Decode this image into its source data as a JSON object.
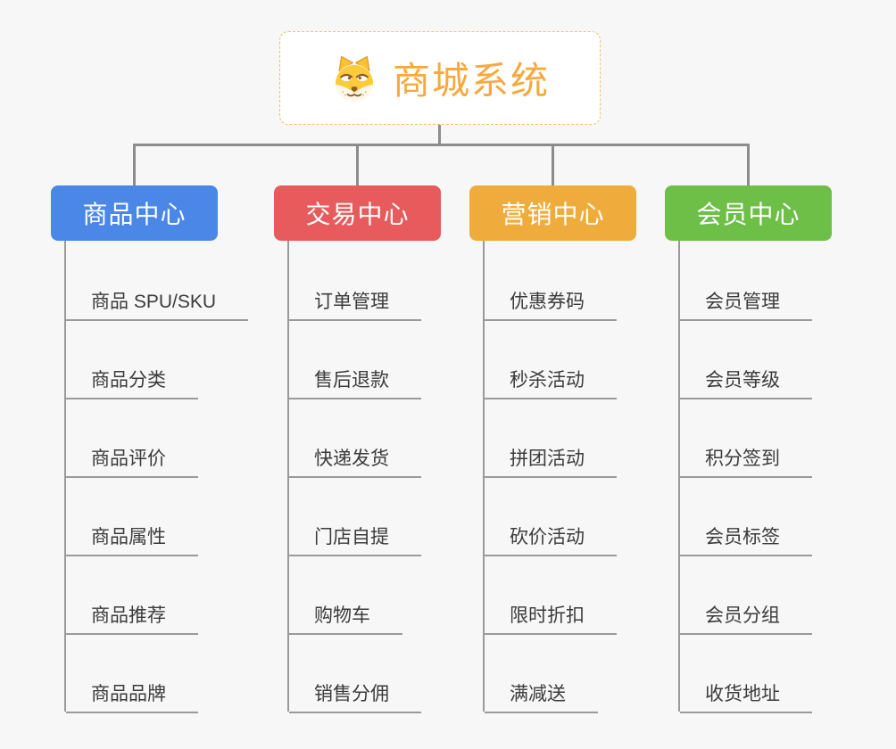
{
  "root": {
    "title": "商城系统",
    "title_color": "#f6a93f",
    "border_color": "#f2bd62",
    "icon": "dog-icon"
  },
  "connector_color": "#8c8c8c",
  "child_line_color": "#9a9a9a",
  "branches": [
    {
      "id": "product-center",
      "label": "商品中心",
      "color": "#4a87e6",
      "children": [
        "商品 SPU/SKU",
        "商品分类",
        "商品评价",
        "商品属性",
        "商品推荐",
        "商品品牌"
      ]
    },
    {
      "id": "trade-center",
      "label": "交易中心",
      "color": "#e75b5c",
      "children": [
        "订单管理",
        "售后退款",
        "快递发货",
        "门店自提",
        "购物车",
        "销售分佣"
      ]
    },
    {
      "id": "marketing-center",
      "label": "营销中心",
      "color": "#efac3d",
      "children": [
        "优惠券码",
        "秒杀活动",
        "拼团活动",
        "砍价活动",
        "限时折扣",
        "满减送"
      ]
    },
    {
      "id": "member-center",
      "label": "会员中心",
      "color": "#6dbf47",
      "children": [
        "会员管理",
        "会员等级",
        "积分签到",
        "会员标签",
        "会员分组",
        "收货地址"
      ]
    }
  ]
}
